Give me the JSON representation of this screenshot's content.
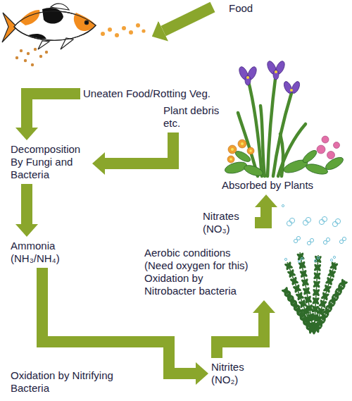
{
  "diagram": {
    "nodes": [
      {
        "text": [
          "Uneaten Food/Rotting Veg."
        ]
      },
      {
        "text": [
          "Decomposition By Fungi and Bacteria"
        ]
      },
      {
        "text": [
          "Plant debris etc."
        ]
      },
      {
        "text": [
          "Absorbed by Plants"
        ]
      },
      {
        "text": [
          "Nitrates (NO₃)"
        ]
      },
      {
        "text": [
          "Ammonia (NH₃/NH₄)"
        ]
      },
      {
        "text": [
          "Aerobic conditions (Need oxygen for this) Oxidation by Nitrobacter bacteria"
        ]
      },
      {
        "text": [
          "Nitrites (NO₂)"
        ]
      }
    ],
    "edges": [
      {
        "from": 0,
        "to": 1,
        "arrow": "to"
      },
      {
        "from": 2,
        "to": 1,
        "arrow": "to"
      },
      {
        "from": 1,
        "to": 5,
        "arrow": "to"
      },
      {
        "from": 5,
        "to": 7,
        "label": "Oxidation by Nitrifying Bacteria",
        "arrow": "to"
      },
      {
        "from": 7,
        "to": 6,
        "arrow": "to"
      },
      {
        "from": 4,
        "to": 3,
        "arrow": "to"
      }
    ],
    "labels": [
      "Food"
    ]
  }
}
